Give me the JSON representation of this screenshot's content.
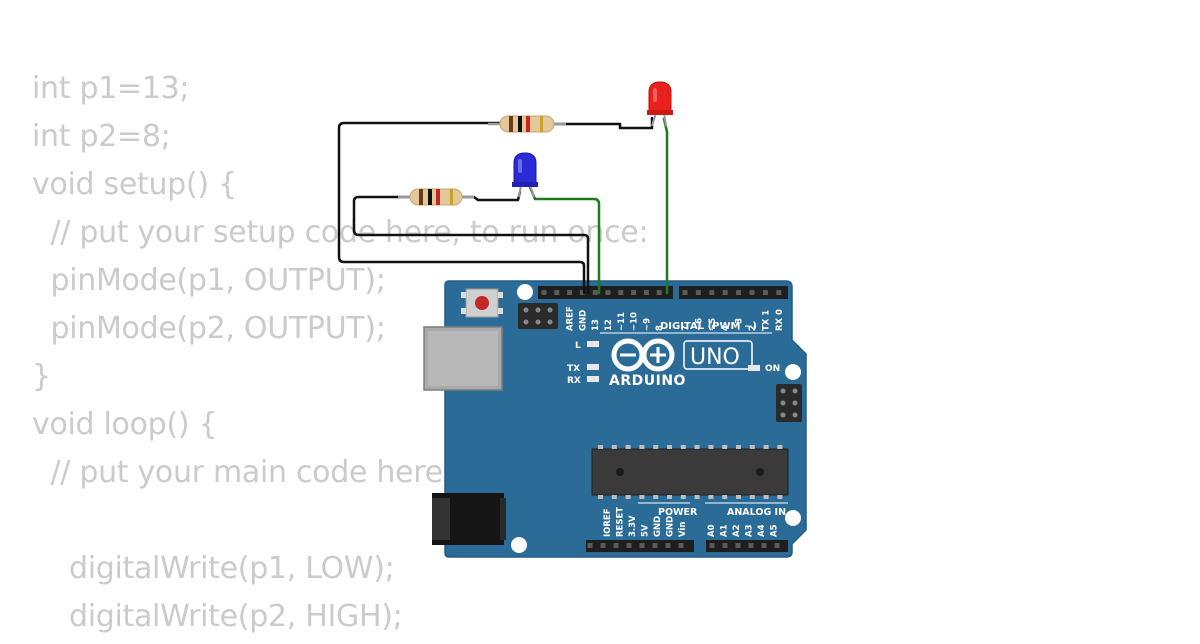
{
  "code": {
    "lines": [
      "int p1=13;",
      "int p2=8;",
      "void setup() {",
      "  // put your setup code here, to run once:",
      "  pinMode(p1, OUTPUT);",
      "  pinMode(p2, OUTPUT);",
      "}",
      "void loop() {",
      "  // put your main code here",
      "",
      "    digitalWrite(p1, LOW);",
      "    digitalWrite(p2, HIGH);"
    ]
  },
  "board": {
    "brand": "ARDUINO",
    "model": "UNO",
    "on_label": "ON",
    "l_label": "L",
    "tx_label": "TX",
    "rx_label": "RX",
    "digital_label": "DIGITAL (PWM ~)",
    "power_label": "POWER",
    "analog_label": "ANALOG IN",
    "top_pins": [
      "AREF",
      "GND",
      "13",
      "12",
      "~11",
      "~10",
      "~9",
      "8",
      "7",
      "~6",
      "~5",
      "4",
      "~3",
      "2",
      "TX 1",
      "RX 0"
    ],
    "power_pins": [
      "IOREF",
      "RESET",
      "3.3V",
      "5V",
      "GND",
      "GND",
      "Vin"
    ],
    "analog_pins": [
      "A0",
      "A1",
      "A2",
      "A3",
      "A4",
      "A5"
    ]
  },
  "components": {
    "led_red_color": "#e8201e",
    "led_blue_color": "#2a2ad6",
    "wire_black": "#111111",
    "wire_green": "#1d7a1d",
    "board_color": "#2b6b98"
  }
}
